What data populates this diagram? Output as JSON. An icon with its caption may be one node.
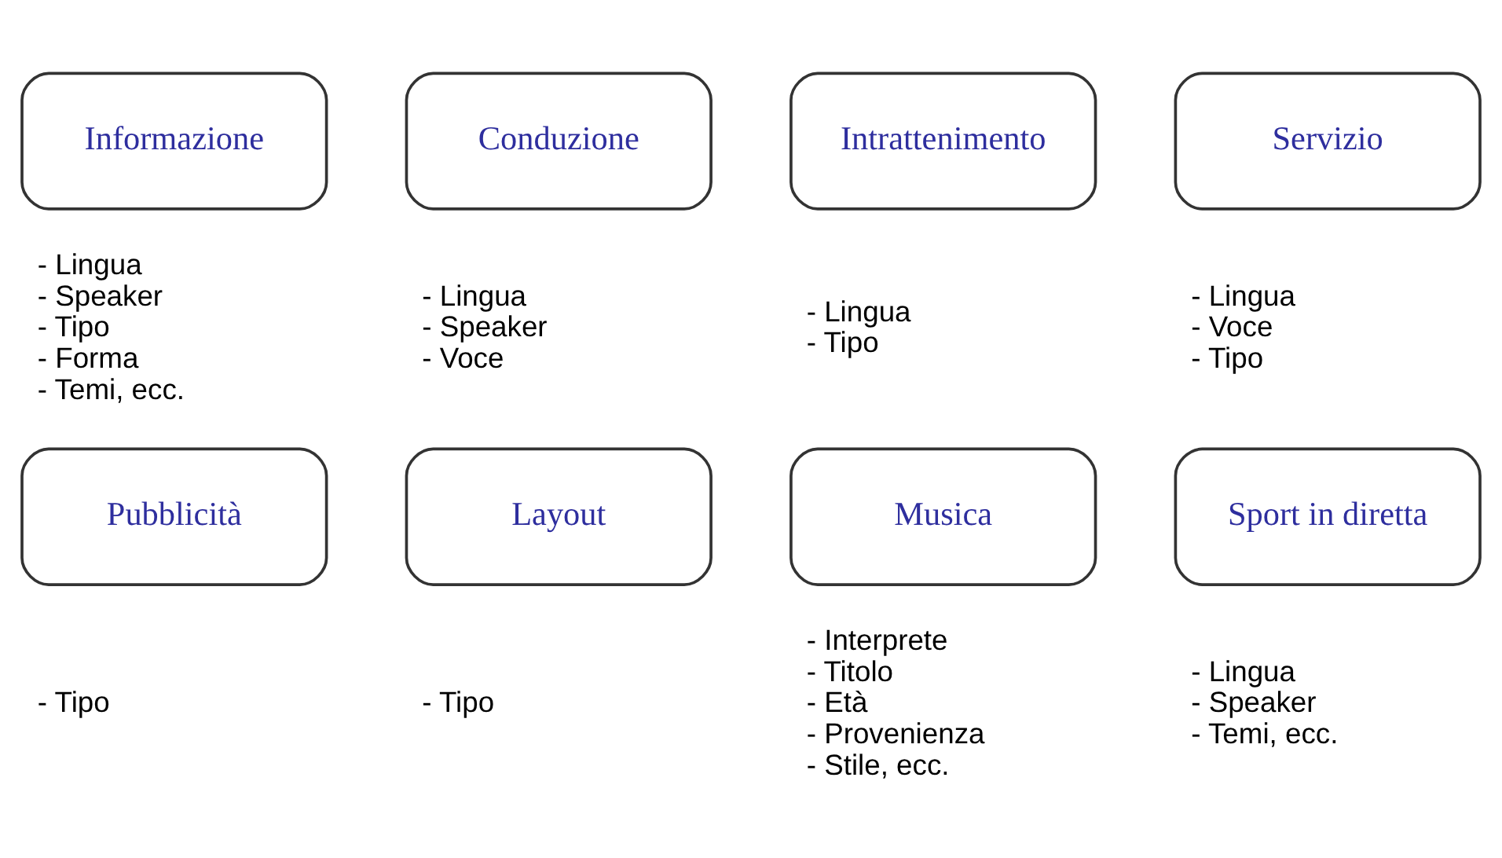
{
  "diagram": {
    "nodes": [
      {
        "text": [
          "Informazione"
        ],
        "beside": [
          "- Lingua",
          "- Speaker",
          "- Tipo",
          "- Forma",
          "- Temi, ecc."
        ]
      },
      {
        "text": [
          "Conduzione"
        ],
        "beside": [
          "- Lingua",
          "- Speaker",
          "- Voce"
        ]
      },
      {
        "text": [
          "Intrattenimento"
        ],
        "beside": [
          "- Lingua",
          "- Tipo"
        ]
      },
      {
        "text": [
          "Servizio"
        ],
        "beside": [
          "- Lingua",
          "- Voce",
          "- Tipo"
        ]
      },
      {
        "text": [
          "Pubblicità"
        ],
        "beside": [
          "- Tipo"
        ]
      },
      {
        "text": [
          "Layout"
        ],
        "beside": [
          "- Tipo"
        ]
      },
      {
        "text": [
          "Musica"
        ],
        "beside": [
          "- Interprete",
          "- Titolo",
          "- Età",
          "- Provenienza",
          "- Stile, ecc."
        ]
      },
      {
        "text": [
          "Sport in diretta"
        ],
        "beside": [
          "- Lingua",
          "- Speaker",
          "- Temi, ecc."
        ]
      }
    ],
    "edges": []
  }
}
